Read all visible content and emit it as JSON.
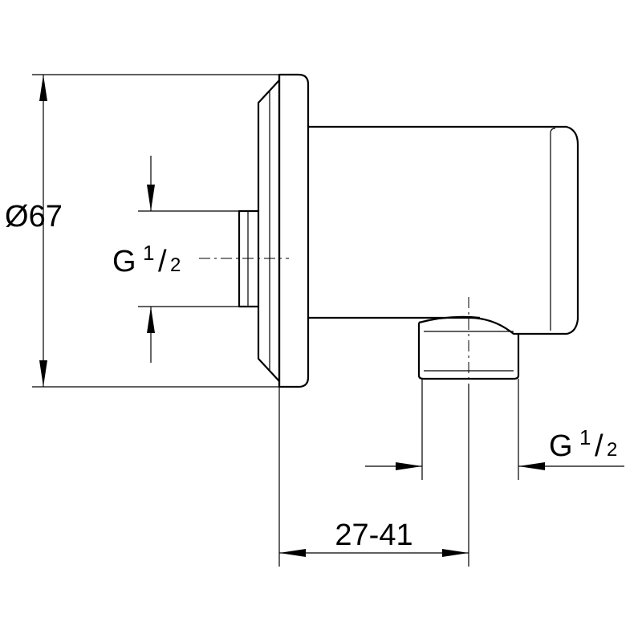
{
  "dimensions": {
    "diameter": {
      "symbol": "Ø",
      "value": "67"
    },
    "thread_left": {
      "letter": "G",
      "numerator": "1",
      "slash": "/",
      "denominator": "2"
    },
    "thread_bottom": {
      "letter": "G",
      "numerator": "1",
      "slash": "/",
      "denominator": "2"
    },
    "depth": "27-41"
  }
}
